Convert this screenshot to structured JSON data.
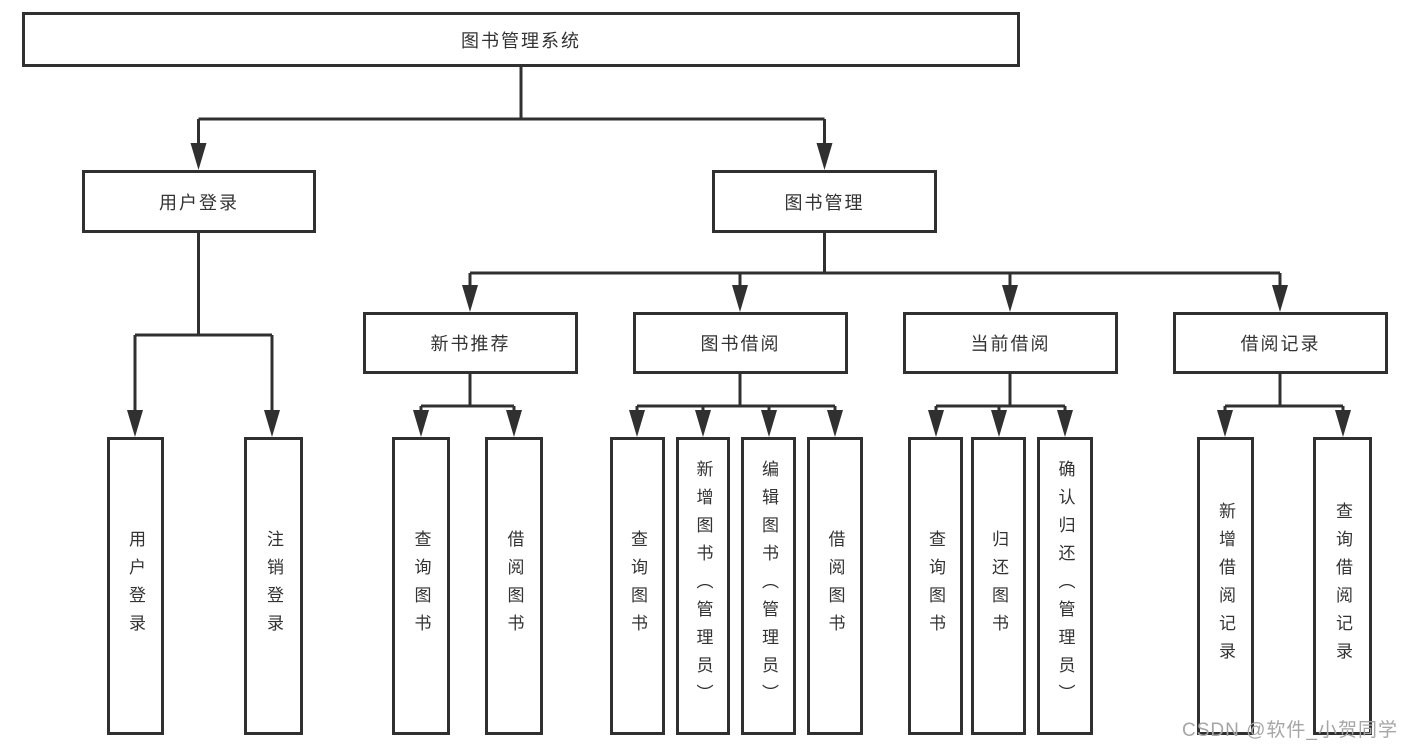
{
  "nodes": {
    "root": "图书管理系统",
    "user_login": "用户登录",
    "book_mgmt": "图书管理",
    "new_book_rec": "新书推荐",
    "book_borrow": "图书借阅",
    "current_borrow": "当前借阅",
    "borrow_records": "借阅记录",
    "ul_user_login": "用户登录",
    "ul_logout": "注销登录",
    "nb_query": "查询图书",
    "nb_borrow": "借阅图书",
    "bb_query": "查询图书",
    "bb_add": "新增图书（管理员）",
    "bb_edit": "编辑图书（管理员）",
    "bb_borrow": "借阅图书",
    "cb_query": "查询图书",
    "cb_return": "归还图书",
    "cb_confirm": "确认归还（管理员）",
    "br_add": "新增借阅记录",
    "br_query": "查询借阅记录"
  },
  "watermark": {
    "text": "CSDN @软件_小贺同学"
  },
  "colors": {
    "line": "#303030",
    "text": "#333333",
    "box_background": "#ffffff",
    "page_background": "#ffffff",
    "watermark": "#a6a6a6"
  }
}
